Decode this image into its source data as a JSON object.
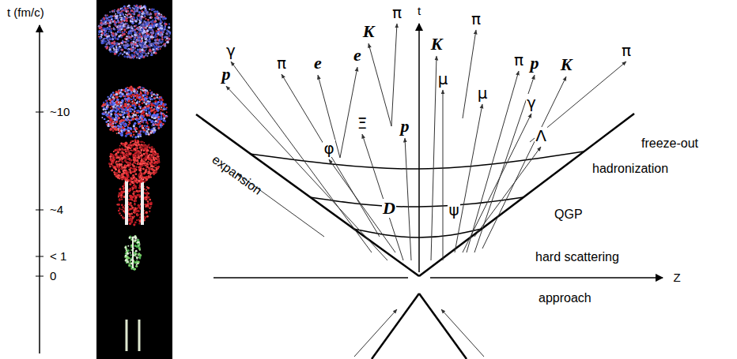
{
  "diagram": {
    "labels": [
      "t (fm/c)",
      "~10",
      "~4",
      "< 1",
      "0",
      "t",
      "Z",
      "γ",
      "p",
      "π",
      "e",
      "e",
      "φ",
      "Ξ",
      "K",
      "π",
      "p",
      "K",
      "μ",
      "π",
      "μ",
      "π",
      "p",
      "K",
      "π",
      "γ",
      "Λ",
      "D",
      "ψ",
      "freeze-out",
      "hadronization",
      "QGP",
      "hard scattering",
      "approach",
      "expansion"
    ]
  }
}
